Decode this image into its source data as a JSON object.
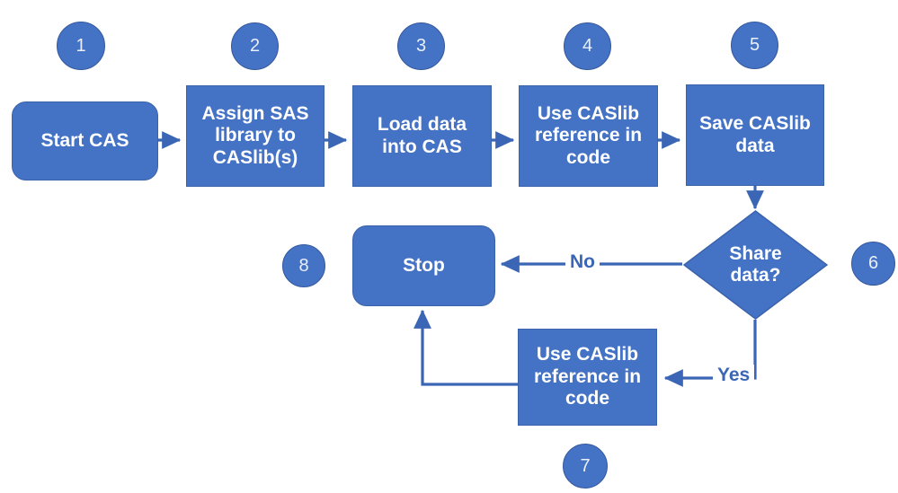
{
  "diagram": {
    "title": "CAS and CASlib workflow flowchart",
    "type": "flowchart",
    "colors": {
      "shape_fill": "#4472C4",
      "shape_stroke": "#3B63AC",
      "shape_text": "#ffffff",
      "badge_fill": "#4472C4",
      "badge_text": "#EAF0FA",
      "connector": "#3A66B5",
      "edge_label_text": "#3A66B5",
      "background": "#ffffff"
    },
    "nodes": [
      {
        "id": "n1",
        "step": "1",
        "shape": "rounded-rectangle",
        "label": "Start CAS"
      },
      {
        "id": "n2",
        "step": "2",
        "shape": "rectangle",
        "label": "Assign SAS\nlibrary to\nCASlib(s)"
      },
      {
        "id": "n3",
        "step": "3",
        "shape": "rectangle",
        "label": "Load data\ninto CAS"
      },
      {
        "id": "n4",
        "step": "4",
        "shape": "rectangle",
        "label": "Use CASlib\nreference in\ncode"
      },
      {
        "id": "n5",
        "step": "5",
        "shape": "rectangle",
        "label": "Save CASlib\ndata"
      },
      {
        "id": "n6",
        "step": "6",
        "shape": "diamond",
        "label": "Share\ndata?"
      },
      {
        "id": "n7",
        "step": "7",
        "shape": "rectangle",
        "label": "Use CASlib\nreference in\ncode"
      },
      {
        "id": "n8",
        "step": "8",
        "shape": "rounded-rectangle",
        "label": "Stop"
      }
    ],
    "edges": [
      {
        "from": "n1",
        "to": "n2",
        "label": ""
      },
      {
        "from": "n2",
        "to": "n3",
        "label": ""
      },
      {
        "from": "n3",
        "to": "n4",
        "label": ""
      },
      {
        "from": "n4",
        "to": "n5",
        "label": ""
      },
      {
        "from": "n5",
        "to": "n6",
        "label": ""
      },
      {
        "from": "n6",
        "to": "n8",
        "label": "No"
      },
      {
        "from": "n6",
        "to": "n7",
        "label": "Yes"
      },
      {
        "from": "n7",
        "to": "n8",
        "label": ""
      }
    ],
    "edge_labels": {
      "no": "No",
      "yes": "Yes"
    }
  }
}
